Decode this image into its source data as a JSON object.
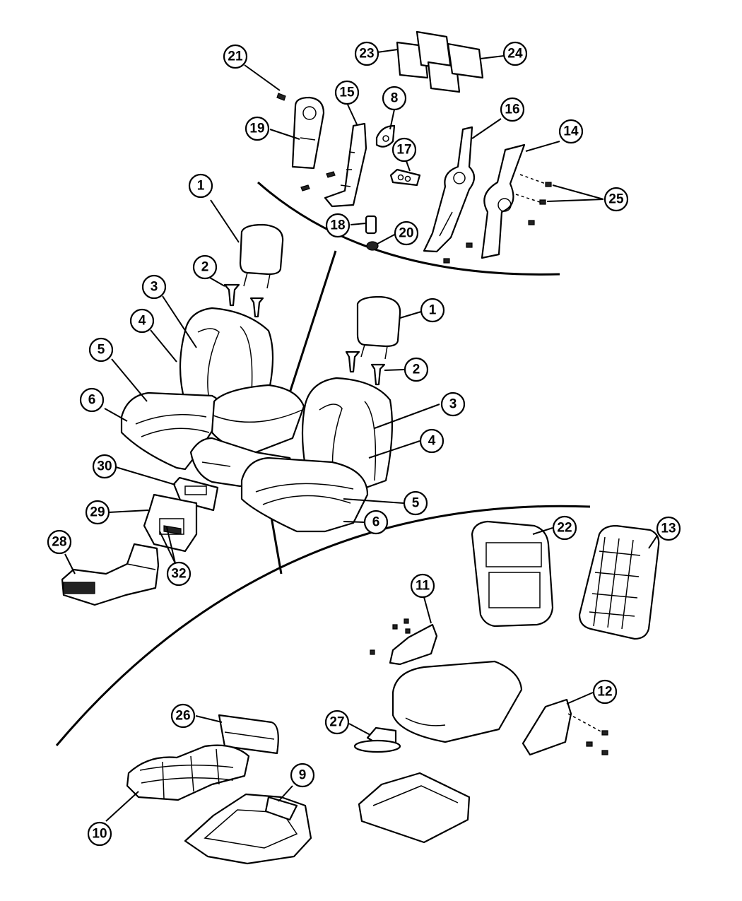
{
  "diagram": {
    "callouts": [
      "1",
      "2",
      "3",
      "4",
      "5",
      "6",
      "8",
      "9",
      "10",
      "11",
      "12",
      "13",
      "14",
      "15",
      "16",
      "17",
      "18",
      "19",
      "20",
      "21",
      "22",
      "23",
      "24",
      "25",
      "26",
      "27",
      "28",
      "29",
      "30",
      "32"
    ],
    "callout_map": {
      "c1a": "1",
      "c1b": "1",
      "c2a": "2",
      "c2b": "2",
      "c3a": "3",
      "c3b": "3",
      "c4a": "4",
      "c4b": "4",
      "c5a": "5",
      "c5b": "5",
      "c6a": "6",
      "c6b": "6",
      "c8": "8",
      "c9": "9",
      "c10": "10",
      "c11": "11",
      "c12": "12",
      "c13": "13",
      "c14": "14",
      "c15": "15",
      "c16": "16",
      "c17": "17",
      "c18": "18",
      "c19": "19",
      "c20": "20",
      "c21": "21",
      "c22": "22",
      "c23": "23",
      "c24": "24",
      "c25": "25",
      "c26": "26",
      "c27": "27",
      "c28": "28",
      "c29": "29",
      "c30": "30",
      "c32": "32"
    }
  }
}
